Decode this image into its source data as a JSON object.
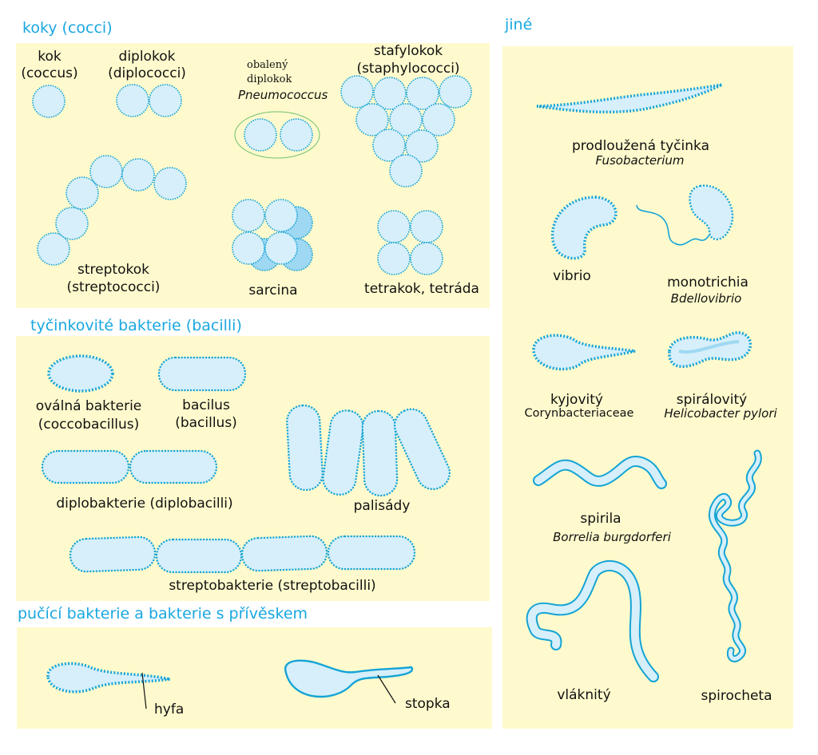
{
  "sections": {
    "cocci": "koky (cocci)",
    "other": "jiné",
    "bacilli": "tyčinkovité bakterie (bacilli)",
    "budding": "pučící bakterie a bakterie s přívěskem"
  },
  "cocci": {
    "coccus": [
      "kok",
      "(coccus)"
    ],
    "diplococcus": [
      "diplokok",
      "(diplococci)"
    ],
    "encapsulated": [
      "obalený",
      "diplokok"
    ],
    "pneumococcus": "Pneumococcus",
    "staphylococcus": [
      "stafylokok",
      "(staphylococci)"
    ],
    "streptococcus": [
      "streptokok",
      "(streptococci)"
    ],
    "sarcina": "sarcina",
    "tetrad": "tetrakok, tetráda"
  },
  "bacilli": {
    "coccobacillus": [
      "oválná bakterie",
      "(coccobacillus)"
    ],
    "bacillus": [
      "bacilus",
      "(bacillus)"
    ],
    "palisades": "palisády",
    "diplobacilli": "diplobakterie (diplobacilli)",
    "streptobacilli": "streptobakterie (streptobacilli)"
  },
  "budding": {
    "hypha": "hyfa",
    "stalk": "stopka"
  },
  "other": {
    "elongated_rod": "prodloužená tyčinka",
    "fusobacterium": "Fusobacterium",
    "vibrio": "vibrio",
    "monotrichous": "monotrichia",
    "bdellovibrio": "Bdellovibrio",
    "club": "kyjovitý",
    "corynebacteriaceae": "Corynbacteriaceae",
    "spiral": "spirálovitý",
    "helicobacter": "Helicobacter pylori",
    "spirilla": "spirila",
    "borrelia": "Borrelia burgdorferi",
    "filamentous": "vláknitý",
    "spirochete": "spirocheta"
  },
  "colors": {
    "panel": "#fffacd",
    "heading": "#1aa7e0",
    "cell_fill": "#d6effa",
    "cell_stroke": "#15a4d6"
  }
}
